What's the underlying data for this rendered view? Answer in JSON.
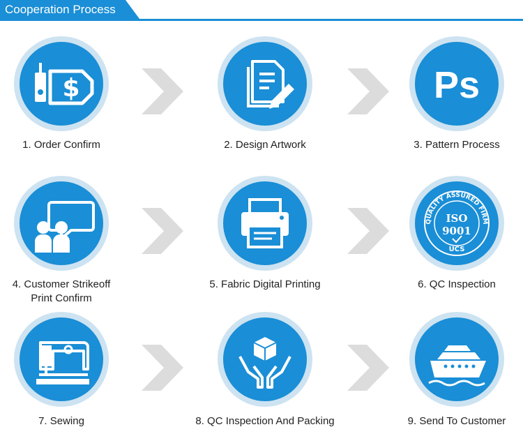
{
  "header": {
    "title": "Cooperation Process"
  },
  "colors": {
    "accent": "#1a8ed6",
    "ring": "#cde3f1",
    "arrow": "#dcdcdc",
    "text": "#222222"
  },
  "steps": [
    {
      "label": "1. Order Confirm",
      "icon": "payment-card-icon"
    },
    {
      "label": "2. Design Artwork",
      "icon": "document-pencil-icon"
    },
    {
      "label": "3. Pattern Process",
      "icon": "photoshop-icon",
      "icon_text": "Ps"
    },
    {
      "label_line1": "4. Customer Strikeoff",
      "label_line2": "Print Confirm",
      "icon": "people-chat-icon"
    },
    {
      "label": "5. Fabric Digital Printing",
      "icon": "printer-icon"
    },
    {
      "label": "6. QC Inspection",
      "icon": "iso-seal-icon",
      "icon_text": {
        "ring": "QUALITY ASSURED FIRM",
        "iso": "ISO",
        "number": "9001",
        "mark": "UCS"
      }
    },
    {
      "label": "7. Sewing",
      "icon": "sewing-machine-icon"
    },
    {
      "label": "8. QC Inspection And Packing",
      "icon": "hands-box-icon"
    },
    {
      "label": "9. Send To Customer",
      "icon": "ship-icon"
    }
  ]
}
